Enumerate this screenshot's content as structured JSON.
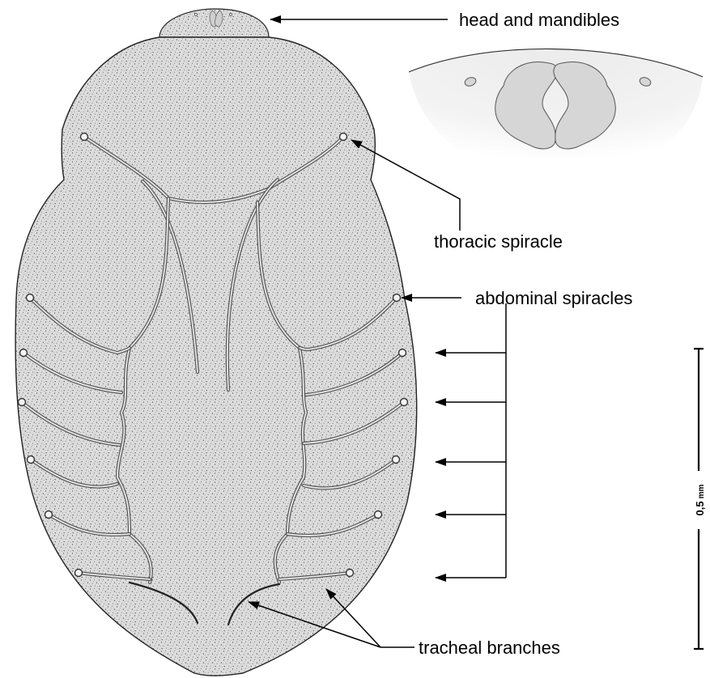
{
  "labels": {
    "head": "head and mandibles",
    "thoracic": "thoracic spiracle",
    "abdominal": "abdominal spiracles",
    "tracheal": "tracheal branches"
  },
  "scale_bar": {
    "value": "0,5",
    "unit": "mm"
  }
}
